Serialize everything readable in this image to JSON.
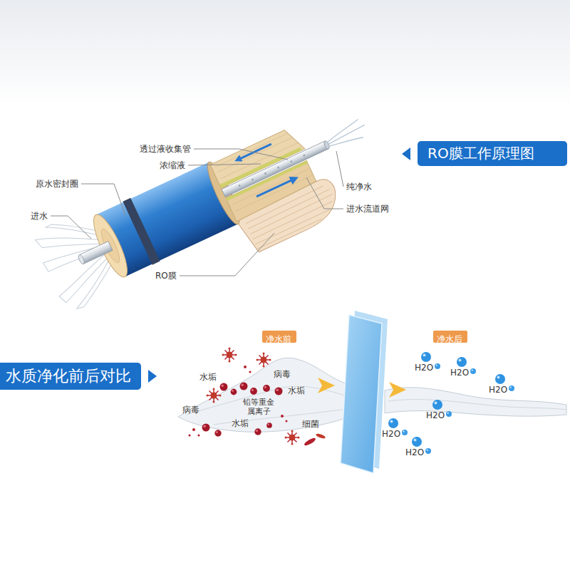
{
  "diagram": {
    "nodes": [
      {
        "text": [
          "RO膜工作原理图"
        ]
      },
      {
        "text": [
          "净水前"
        ]
      },
      {
        "text": [
          "净水后"
        ]
      },
      {
        "text": [
          "水质净化前后对比"
        ]
      }
    ],
    "labels": [
      "透过液收集管",
      "浓缩液",
      "原水密封圈",
      "纯净水",
      "进水",
      "进水流道网",
      "RO膜",
      "水垢",
      "病毒",
      "水垢",
      "病毒",
      "铅等重金 属离子",
      "水垢",
      "细菌",
      "H2O",
      "H2O",
      "H2O",
      "H2O",
      "H2O",
      "H2O"
    ]
  }
}
